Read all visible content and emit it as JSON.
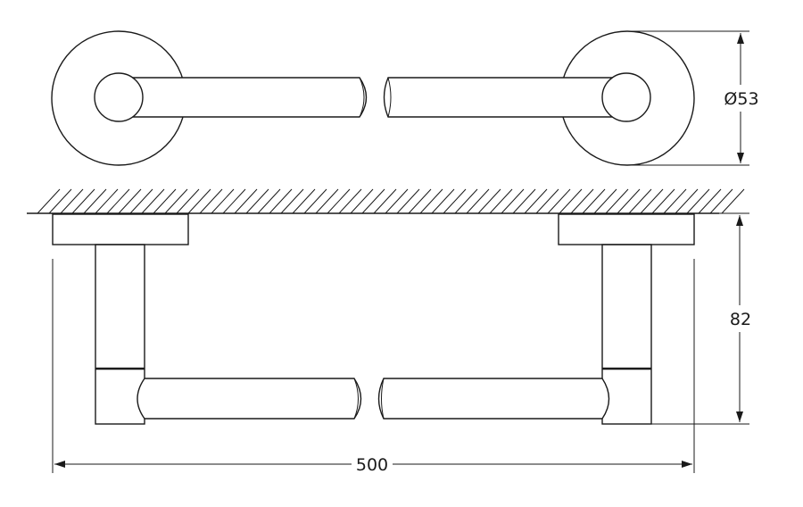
{
  "dimensions": {
    "diameter_label": "Ø53",
    "height_label": "82",
    "length_label": "500"
  },
  "colors": {
    "line": "#1a1a1a",
    "background": "#ffffff"
  }
}
